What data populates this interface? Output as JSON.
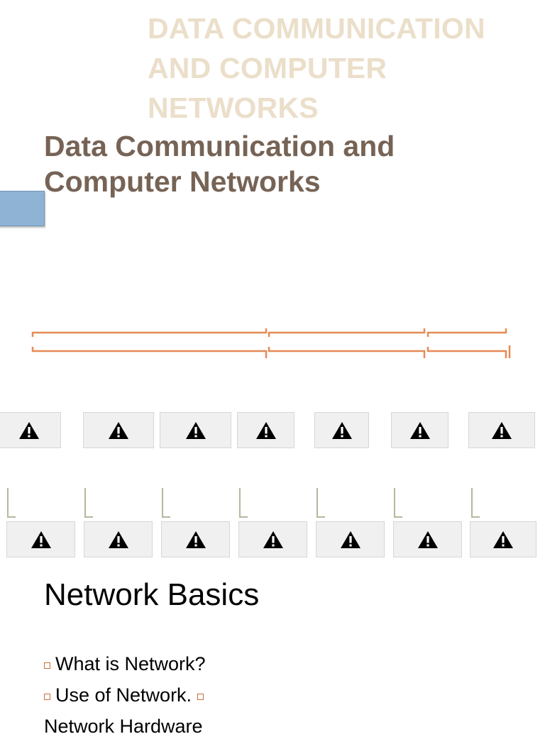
{
  "watermark_title": "DATA COMMUNICATION AND COMPUTER NETWORKS",
  "main_title": "Data Communication and\nComputer  Networks",
  "section": {
    "heading": "Network Basics",
    "bullets": [
      "What is Network?",
      "Use of Network.",
      "Network Hardware"
    ]
  },
  "placeholders": {
    "icon": "warning-icon",
    "row_count": 2,
    "images_per_row": 7
  },
  "colors": {
    "watermark": "#ebdfca",
    "title": "#766355",
    "bracket": "#e58a55",
    "blue_tab": "#8fb3d4",
    "bullet_marker": "#c96f3b"
  }
}
